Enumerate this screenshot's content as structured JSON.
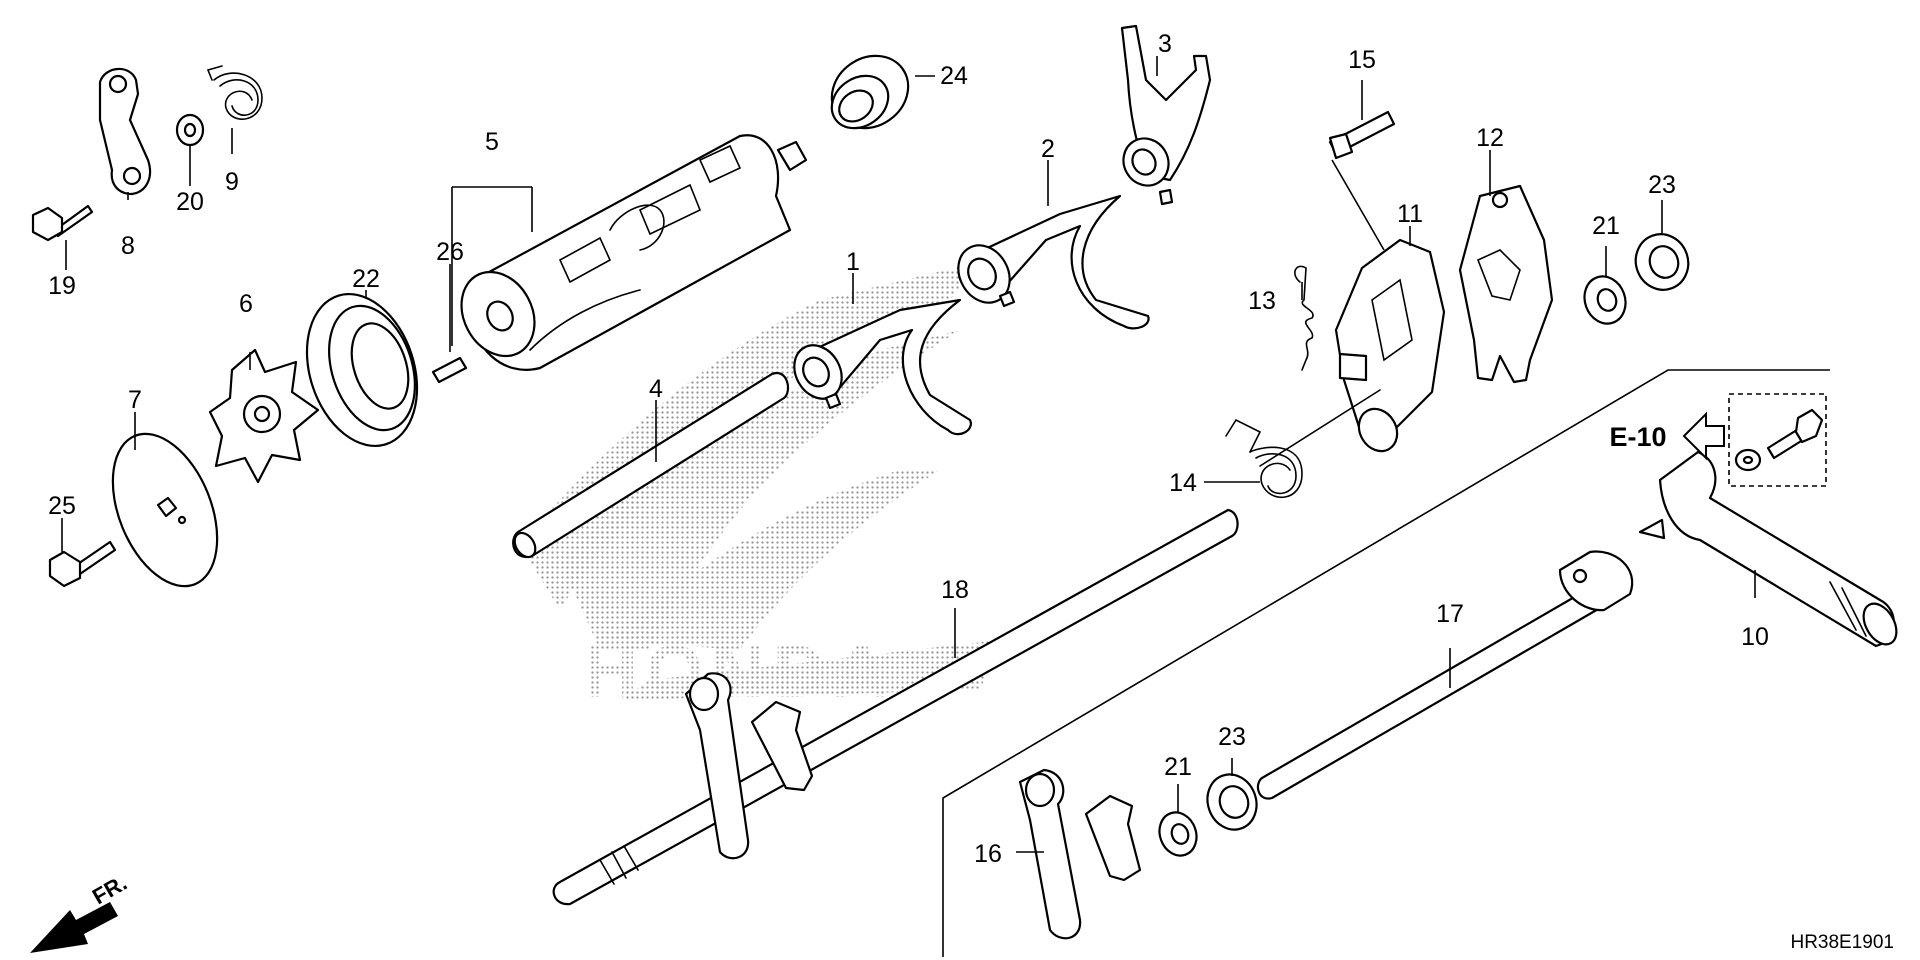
{
  "diagram": {
    "code": "HR38E1901",
    "reference": "E-10",
    "direction": "FR.",
    "watermark": "HONDA",
    "callouts": [
      "1",
      "2",
      "3",
      "4",
      "5",
      "6",
      "7",
      "8",
      "9",
      "10",
      "11",
      "12",
      "13",
      "14",
      "15",
      "16",
      "17",
      "18",
      "19",
      "20",
      "21",
      "22",
      "23",
      "24",
      "25",
      "26"
    ],
    "callout_repeats": {
      "21": 2,
      "23": 2
    }
  },
  "colors": {
    "ink": "#000000",
    "paper": "#ffffff",
    "dots": "#9a9a9a"
  }
}
